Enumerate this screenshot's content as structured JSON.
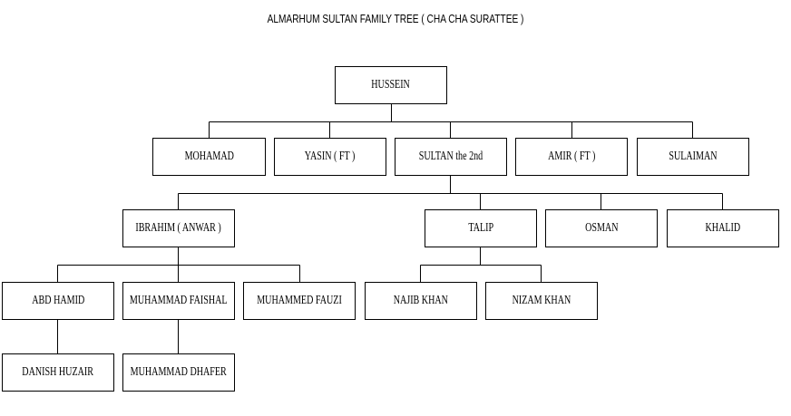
{
  "title": "ALMARHUM SULTAN FAMILY TREE ( CHA CHA SURATTEE )",
  "nodes": {
    "hussein": "HUSSEIN",
    "mohamad": "MOHAMAD",
    "yasin": "YASIN ( FT )",
    "sultan2": "SULTAN the 2nd",
    "amir": "AMIR ( FT )",
    "sulaiman": "SULAIMAN",
    "ibrahim": "IBRAHIM ( ANWAR )",
    "talip": "TALIP",
    "osman": "OSMAN",
    "khalid": "KHALID",
    "abd_hamid": "ABD HAMID",
    "muhammad_faishal": "MUHAMMAD FAISHAL",
    "muhammed_fauzi": "MUHAMMED FAUZI",
    "najib_khan": "NAJIB KHAN",
    "nizam_khan": "NIZAM KHAN",
    "danish_huzair": "DANISH HUZAIR",
    "muhammad_dhafer": "MUHAMMAD DHAFER"
  }
}
